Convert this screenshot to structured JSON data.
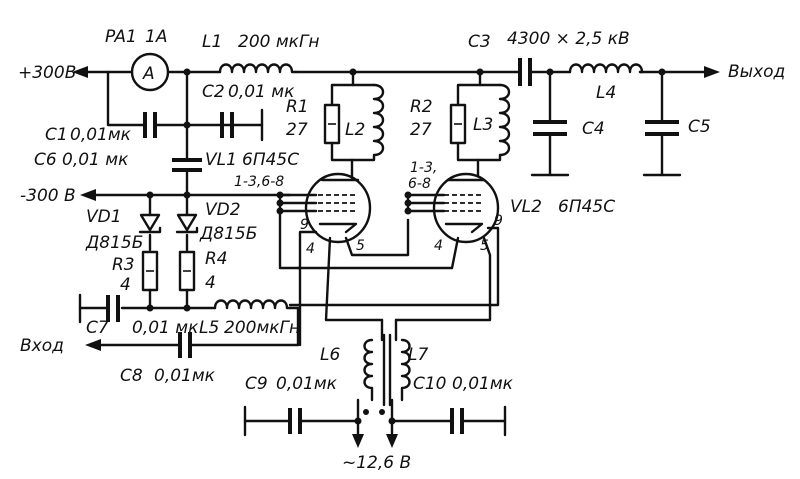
{
  "labels": {
    "plus300": "+300В",
    "pa1": "PA1",
    "pa1_rating": "1А",
    "ammeter_symbol": "A",
    "l1": "L1",
    "l1_value": "200 мкГн",
    "c1": "C1",
    "c1_value": "0,01мк",
    "c2": "C2",
    "c2_value": "0,01 мк",
    "c6": "C6",
    "c6_value": "0,01 мк",
    "vl1": "VL1",
    "vl1_type": "6П45С",
    "r1": "R1",
    "r1_value": "27",
    "l2": "L2",
    "r2": "R2",
    "r2_value": "27",
    "l3": "L3",
    "c3": "C3",
    "c3_value": "4300 × 2,5 кВ",
    "l4": "L4",
    "c4": "C4",
    "c5": "C5",
    "output": "Выход",
    "minus300": "-300 В",
    "pins_vl1": "1-3,6-8",
    "pins_vl2_a": "1-3,",
    "pins_vl2_b": "6-8",
    "vd1": "VD1",
    "vd1_type": "Д815Б",
    "vd2": "VD2",
    "vd2_type": "Д815Б",
    "r3": "R3",
    "r3_value": "4",
    "r4": "R4",
    "r4_value": "4",
    "vl2": "VL2",
    "vl2_type": "6П45С",
    "pin9_a": "9",
    "pin4_a": "4",
    "pin5_a": "5",
    "pin4_b": "4",
    "pin9_b": "9",
    "pin5_b": "5",
    "c7": "C7",
    "c7_value": "0,01 мк",
    "l5": "L5",
    "l5_value": "200мкГн",
    "input": "Вход",
    "c8": "C8",
    "c8_value": "0,01мк",
    "l6": "L6",
    "l7": "L7",
    "c9": "C9",
    "c9_value": "0,01мк",
    "c10": "C10",
    "c10_value": "0,01мк",
    "filament": "~12,6 В"
  }
}
